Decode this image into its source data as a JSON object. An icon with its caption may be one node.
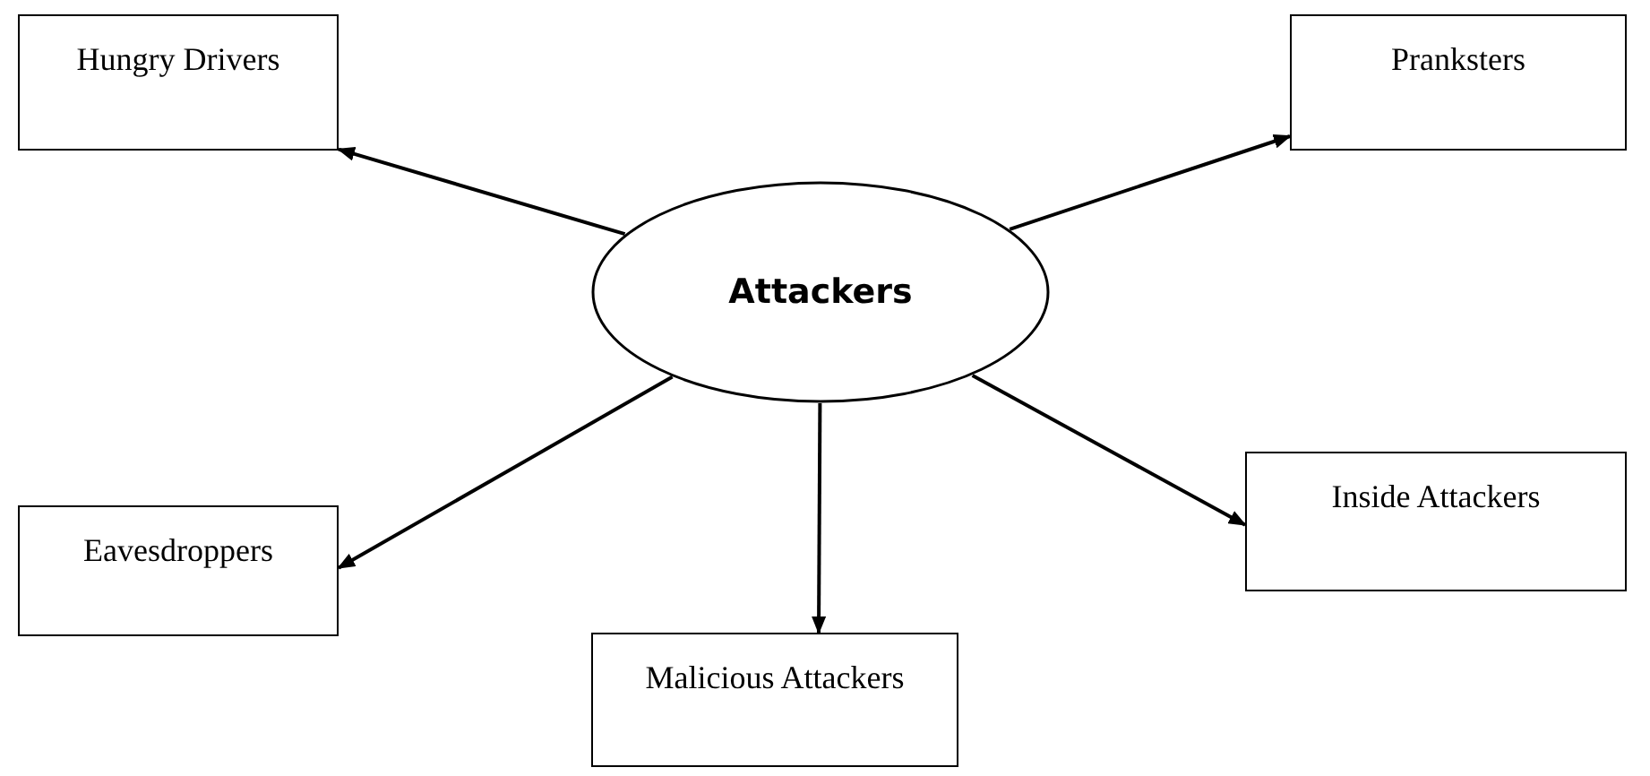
{
  "diagram": {
    "nodes": [
      {
        "text": [
          "Attackers"
        ]
      },
      {
        "text": [
          "Hungry Drivers"
        ]
      },
      {
        "text": [
          "Pranksters"
        ]
      },
      {
        "text": [
          "Eavesdroppers"
        ]
      },
      {
        "text": [
          "Malicious Attackers"
        ]
      },
      {
        "text": [
          "Inside Attackers"
        ]
      }
    ],
    "edges": [
      {
        "from": 0,
        "to": 1,
        "arrow": "to"
      },
      {
        "from": 0,
        "to": 2,
        "arrow": "to"
      },
      {
        "from": 0,
        "to": 3,
        "arrow": "to"
      },
      {
        "from": 0,
        "to": 4,
        "arrow": "to"
      },
      {
        "from": 0,
        "to": 5,
        "arrow": "to"
      }
    ]
  }
}
